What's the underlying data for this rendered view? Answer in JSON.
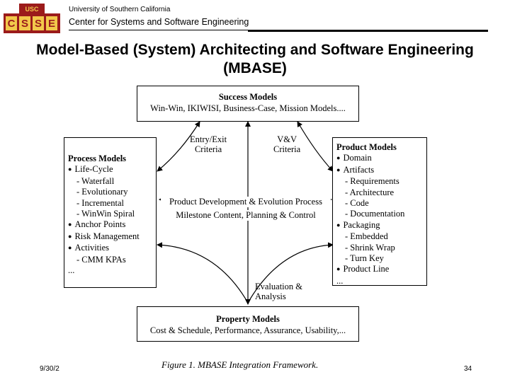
{
  "header": {
    "logo_text": "USC CSSE",
    "university": "University of Southern California",
    "center": "Center for Systems and Software Engineering"
  },
  "title": {
    "line1": "Model-Based (System) Architecting and Software Engineering",
    "line2": "(MBASE)"
  },
  "diagram": {
    "success": {
      "heading": "Success Models",
      "body": "Win-Win, IKIWISI, Business-Case, Mission Models...."
    },
    "process": {
      "heading": "Process Models",
      "items": [
        "Life-Cycle",
        "- Waterfall",
        "- Evolutionary",
        "- Incremental",
        "- WinWin Spiral",
        "Anchor Points",
        "Risk Management",
        "Activities",
        "- CMM KPAs",
        "..."
      ]
    },
    "product": {
      "heading": "Product Models",
      "items": [
        "Domain",
        "Artifacts",
        "- Requirements",
        "- Architecture",
        "- Code",
        "- Documentation",
        "Packaging",
        "- Embedded",
        "- Shrink Wrap",
        "- Turn Key",
        "Product Line",
        "..."
      ]
    },
    "property": {
      "heading": "Property Models",
      "body": "Cost & Schedule, Performance, Assurance, Usability,..."
    },
    "labels": {
      "entry_exit_1": "Entry/Exit",
      "entry_exit_2": "Criteria",
      "vv_1": "V&V",
      "vv_2": "Criteria",
      "center_1": "Product Development & Evolution Process",
      "center_2": "Milestone Content, Planning & Control",
      "eval_1": "Evaluation &",
      "eval_2": "Analysis"
    },
    "caption": "Figure 1. MBASE Integration Framework."
  },
  "footer": {
    "date": "9/30/2",
    "page": "34"
  }
}
